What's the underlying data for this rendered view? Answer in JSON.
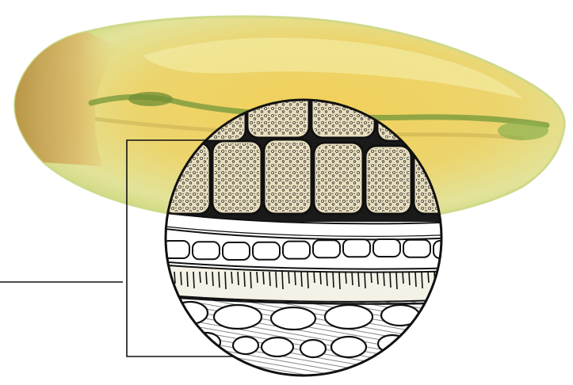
{
  "figure": {
    "subject": "wheat-grain-cross-section",
    "background_color": "#ffffff",
    "grain_colors": {
      "body": "#e9cf62",
      "highlight": "#f3eea8",
      "rim": "#c9d77a",
      "crease": "#7a9a3c",
      "tip": "#b98a3c"
    },
    "inset_colors": {
      "cell_fill": "#e9dfbf",
      "outline": "#111111",
      "white_cell": "#ffffff"
    },
    "leader_line_color": "#111111",
    "layers": [
      "starchy-endosperm-cells",
      "aleurone-layer",
      "hyaline-layer",
      "seed-coat",
      "cross-cells",
      "tube-cells",
      "pericarp-inner",
      "pericarp-outer"
    ]
  }
}
